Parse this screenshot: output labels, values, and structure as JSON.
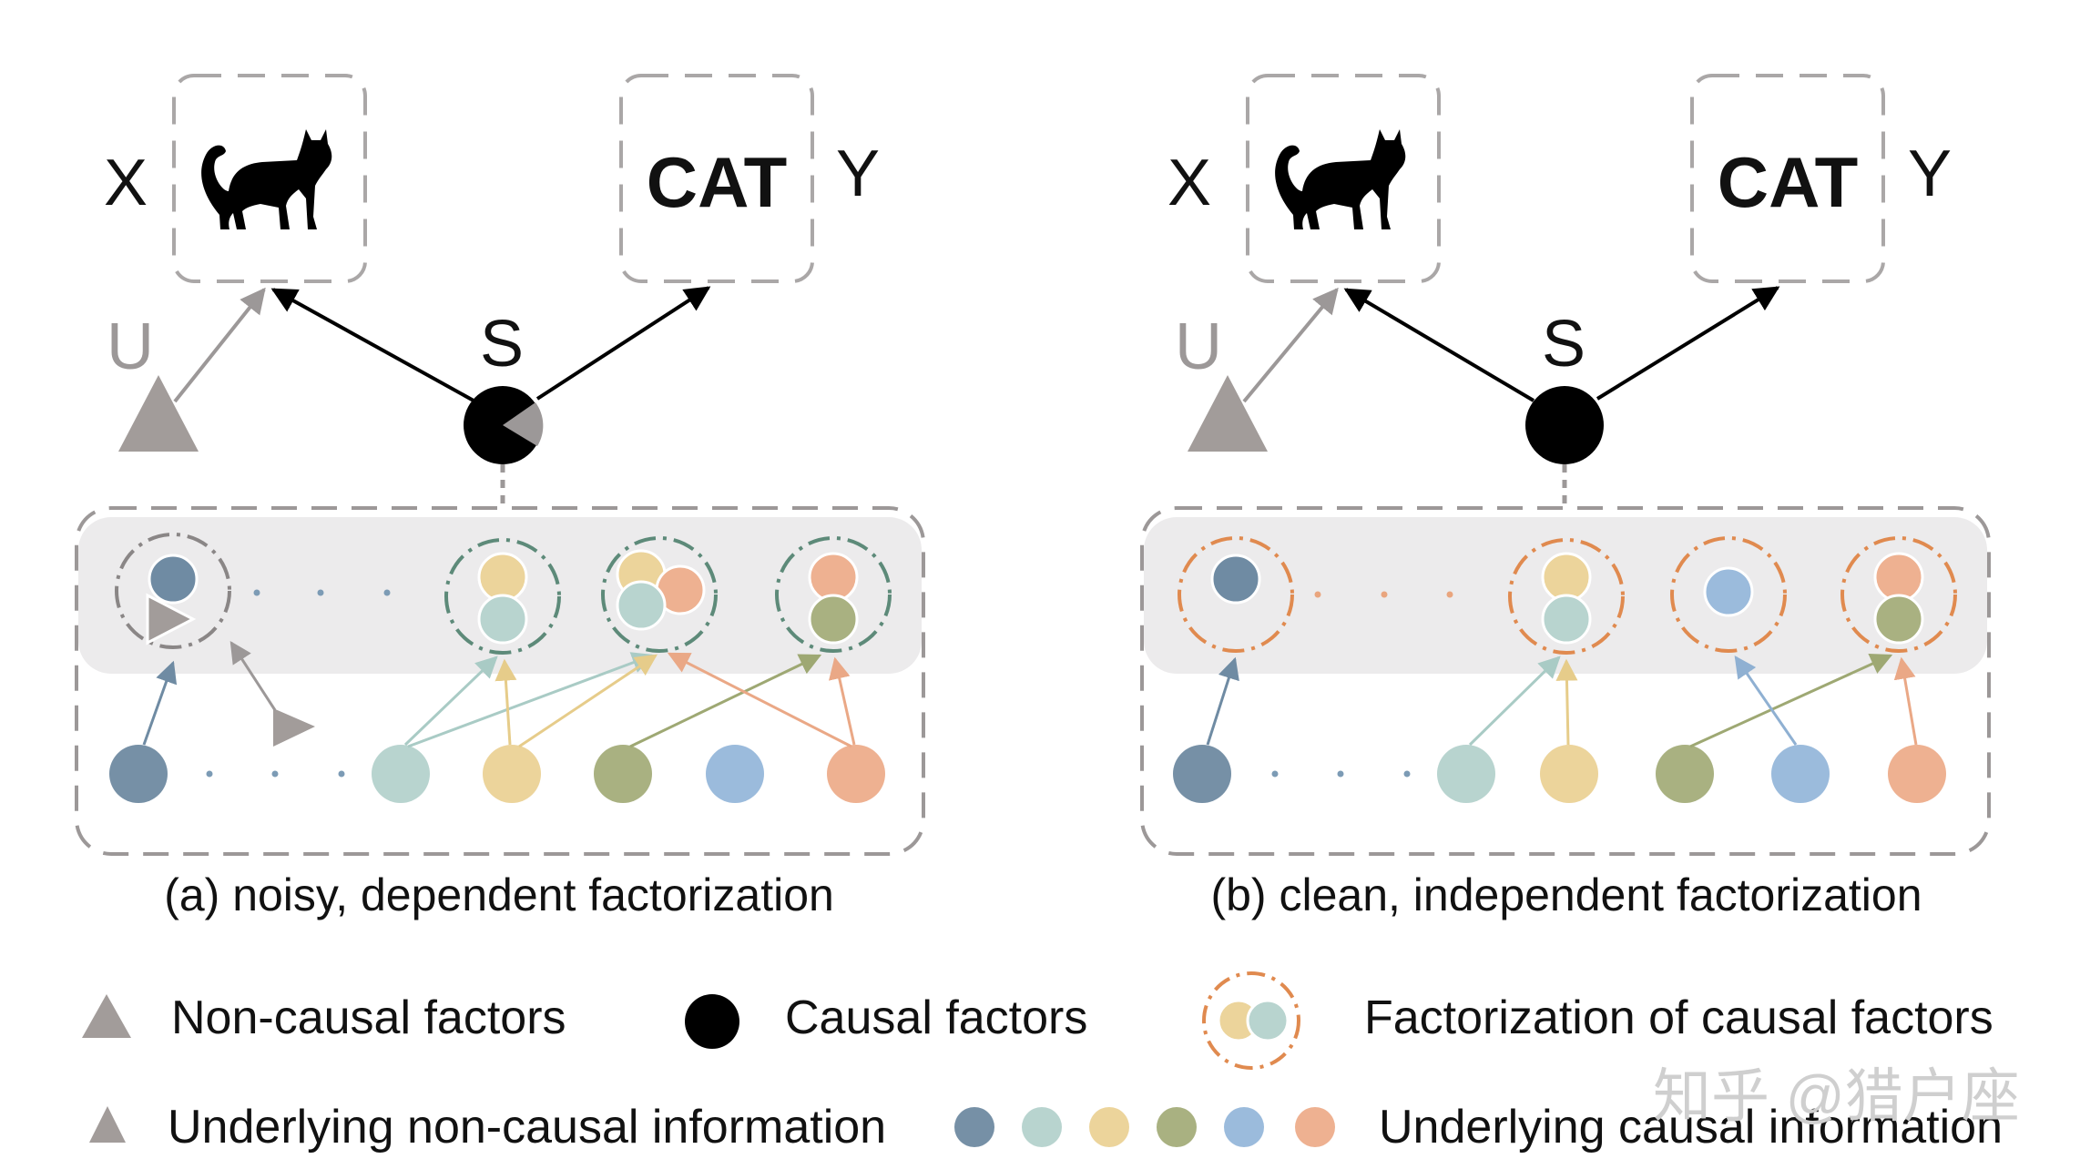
{
  "colors": {
    "grey_triangle": "#a29c9a",
    "black_node": "#000000",
    "panel_fill": "#ecebec",
    "dash_grey": "#9c9898",
    "slate_blue": "#7690a6",
    "mint": "#b8d4cf",
    "sand": "#ecd49b",
    "olive": "#a9b181",
    "sky": "#9bbbdc",
    "salmon": "#eeb191",
    "dark_teal_ring": "#5d8a79",
    "orange_ring": "#e08a4f"
  },
  "icons": [
    "cat-silhouette-icon",
    "triangle-icon",
    "circle-icon",
    "pie-node-icon",
    "arrow-icon"
  ],
  "diagram_a": {
    "x_label": "X",
    "y_label": "Y",
    "y_text": "CAT",
    "u_label": "U",
    "s_label": "S",
    "caption": "(a) noisy, dependent factorization"
  },
  "diagram_b": {
    "x_label": "X",
    "y_label": "Y",
    "y_text": "CAT",
    "u_label": "U",
    "s_label": "S",
    "caption": "(b) clean, independent factorization"
  },
  "legend": {
    "non_causal": "Non-causal factors",
    "causal": "Causal factors",
    "factorization": "Factorization of causal factors",
    "underlying_non_causal": "Underlying non-causal information",
    "underlying_causal": "Underlying causal information"
  },
  "watermark": "知乎 @猎户座"
}
